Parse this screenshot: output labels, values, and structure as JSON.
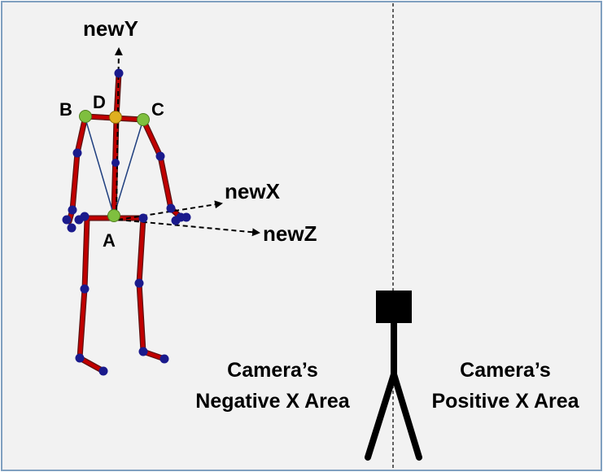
{
  "colors": {
    "background": "#f2f2f2",
    "frame": "#7f9fbf",
    "bone": "#c00000",
    "bone_outline": "#5a1010",
    "joint": "#1a1a8c",
    "key_joint": "#7fbf3f",
    "head_joint": "#e0b020",
    "vector": "#1f3f7f",
    "axis": "#000000",
    "camera": "#000000"
  },
  "axes": {
    "y_label": "newY",
    "x_label": "newX",
    "z_label": "newZ"
  },
  "points": {
    "a": "A",
    "b": "B",
    "c": "C",
    "d": "D"
  },
  "areas": {
    "negative": {
      "line1": "Camera’s",
      "line2": "Negative X Area"
    },
    "positive": {
      "line1": "Camera’s",
      "line2": "Positive X Area"
    }
  },
  "icons": {
    "camera": "camera-icon"
  }
}
